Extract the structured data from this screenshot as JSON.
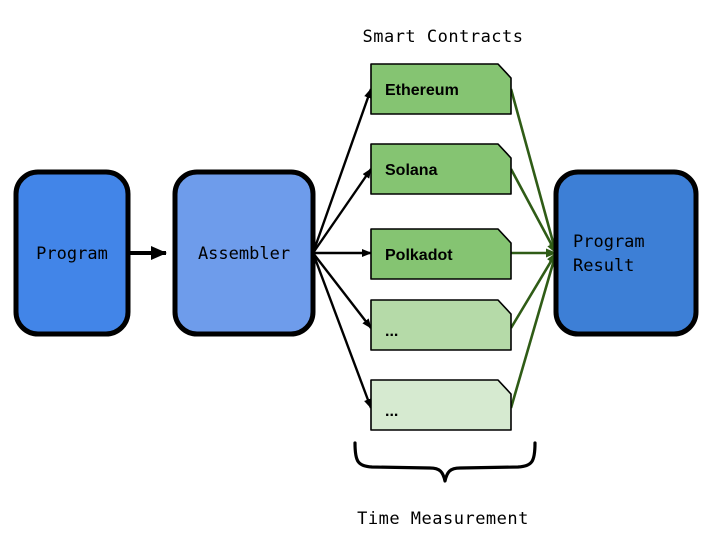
{
  "diagram": {
    "title_top": "Smart Contracts",
    "title_bottom": "Time Measurement",
    "background": "#ffffff"
  },
  "pipeline": {
    "program": {
      "label": "Program",
      "color": "#4285e8"
    },
    "assembler": {
      "label": "Assembler",
      "color": "#6e9ceb"
    },
    "result": {
      "label_line1": "Program",
      "label_line2": "Result",
      "color": "#3d7fd6"
    }
  },
  "contracts": [
    {
      "label": "Ethereum",
      "color": "#85c472"
    },
    {
      "label": "Solana",
      "color": "#85c472"
    },
    {
      "label": "Polkadot",
      "color": "#85c472"
    },
    {
      "label": "...",
      "color": "#b5daa8"
    },
    {
      "label": "...",
      "color": "#d6ead0"
    }
  ],
  "edges": {
    "fanout_color": "#000000",
    "fanin_color": "#2f5c16",
    "main_arrow_color": "#000000"
  }
}
